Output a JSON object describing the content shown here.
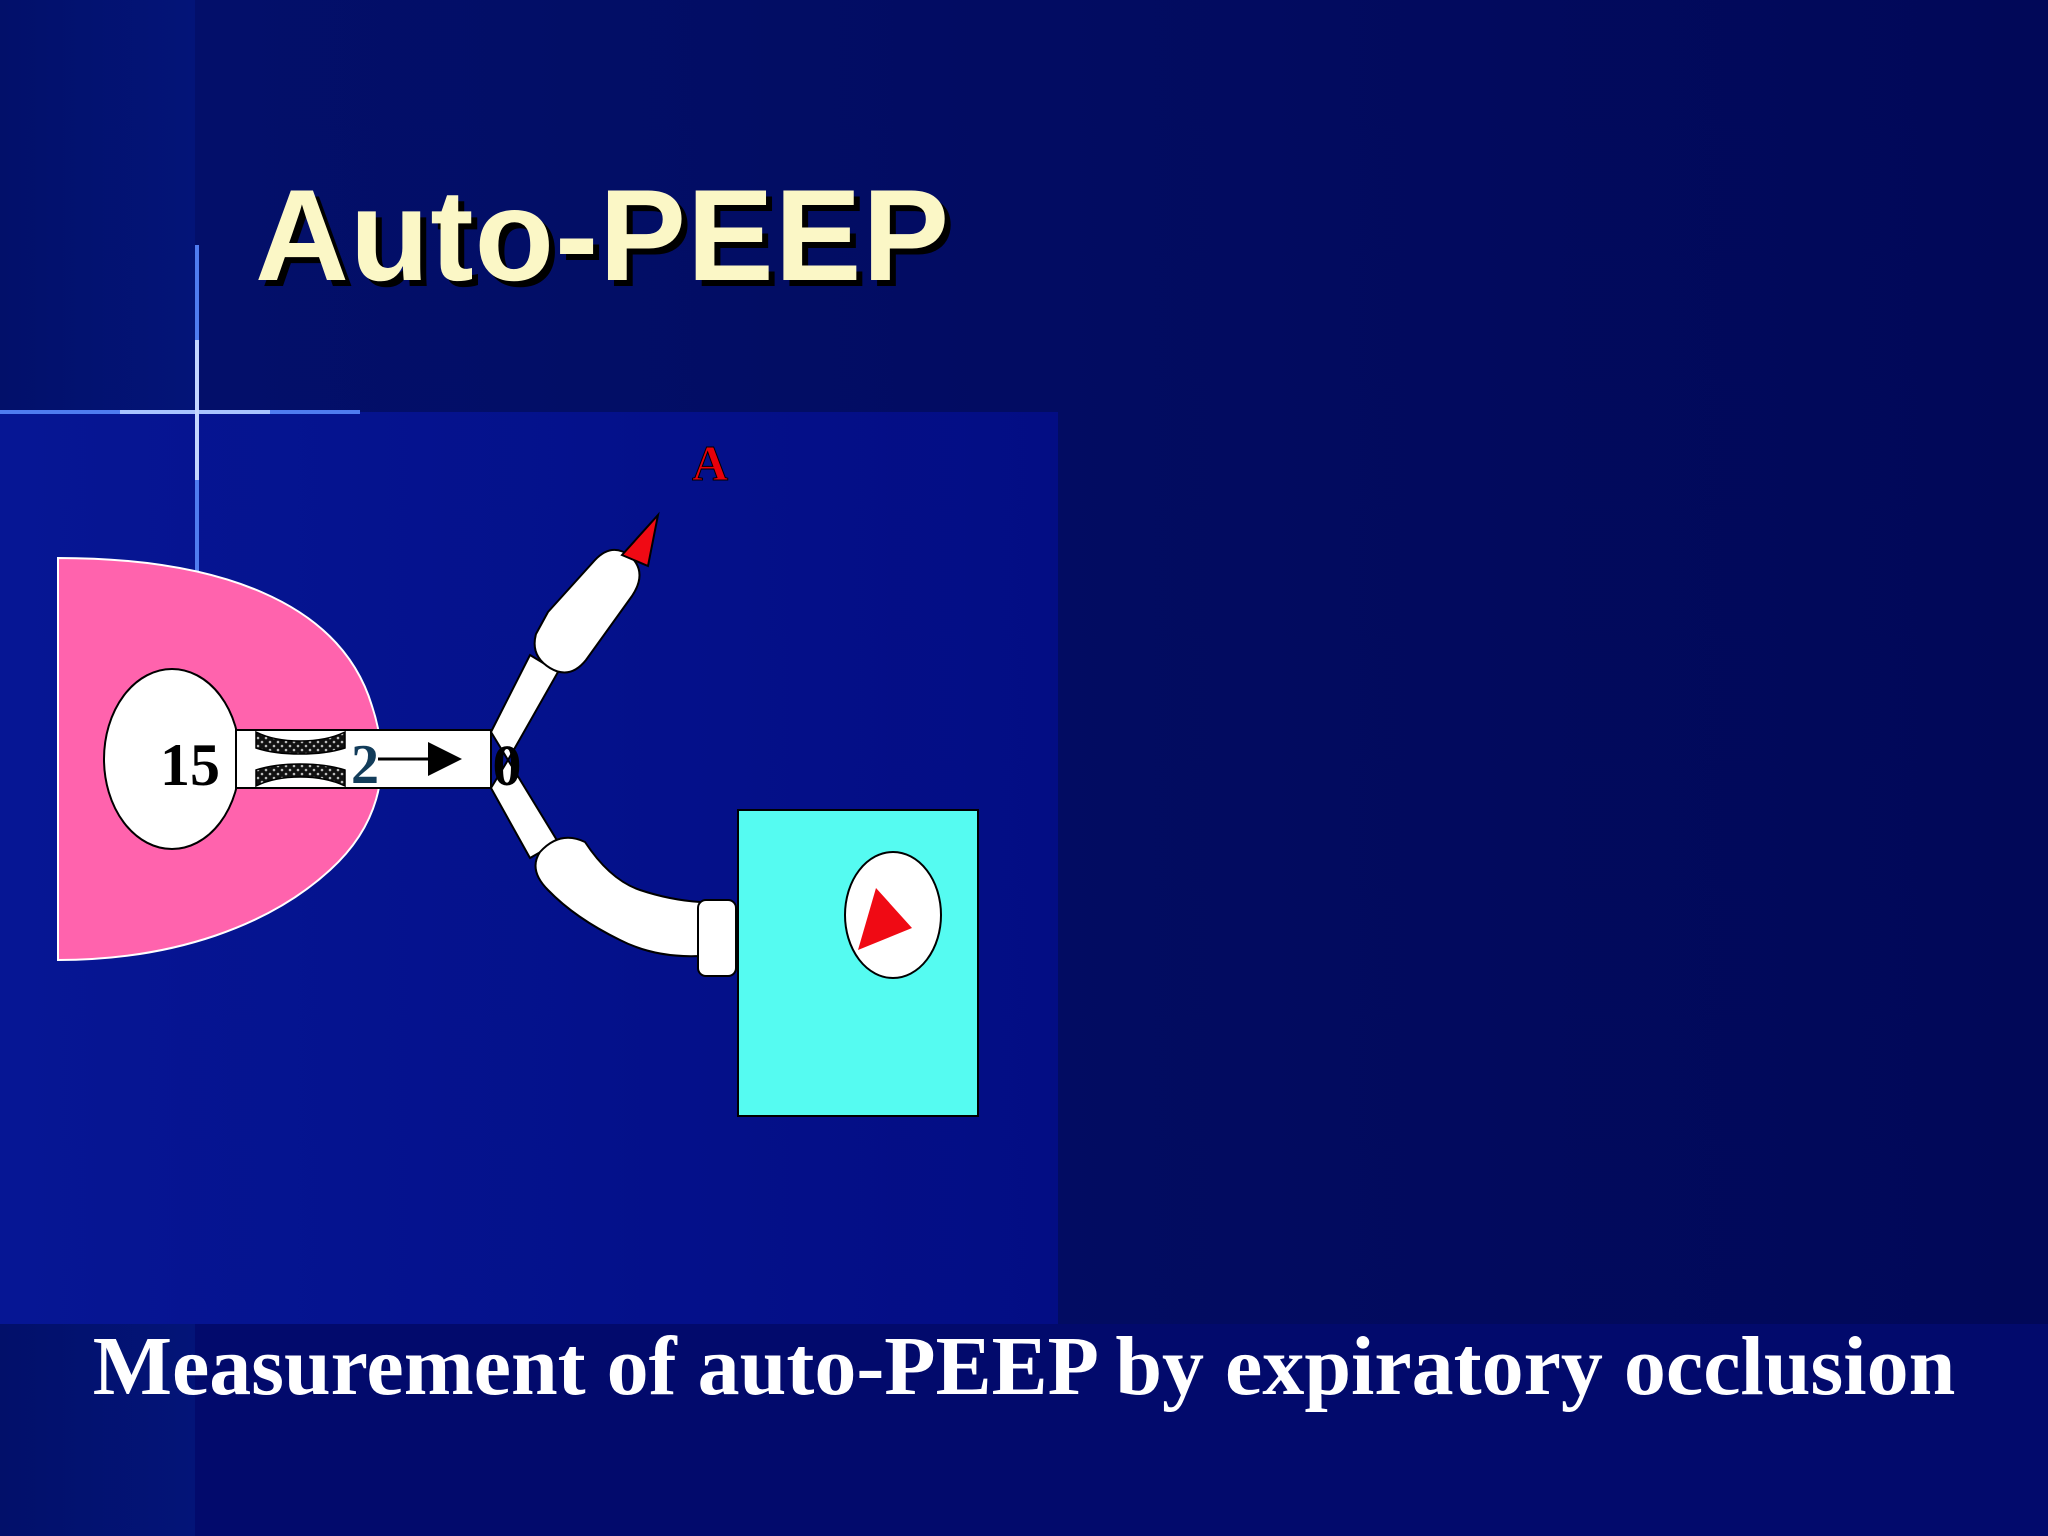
{
  "slide": {
    "title": "Auto-PEEP",
    "caption": "Measurement of auto-PEEP by expiratory occlusion"
  },
  "diagram": {
    "label_top": "A",
    "alveolar_pressure": "15",
    "airway_pressure": "2",
    "circuit_pressure": "0",
    "colors": {
      "background": "#020a64",
      "panel": "#050f8c",
      "lung": "#ff63ad",
      "ventilator": "#55fbf1",
      "valve_arrow": "#f00a14",
      "title": "#fbf7c6"
    }
  }
}
